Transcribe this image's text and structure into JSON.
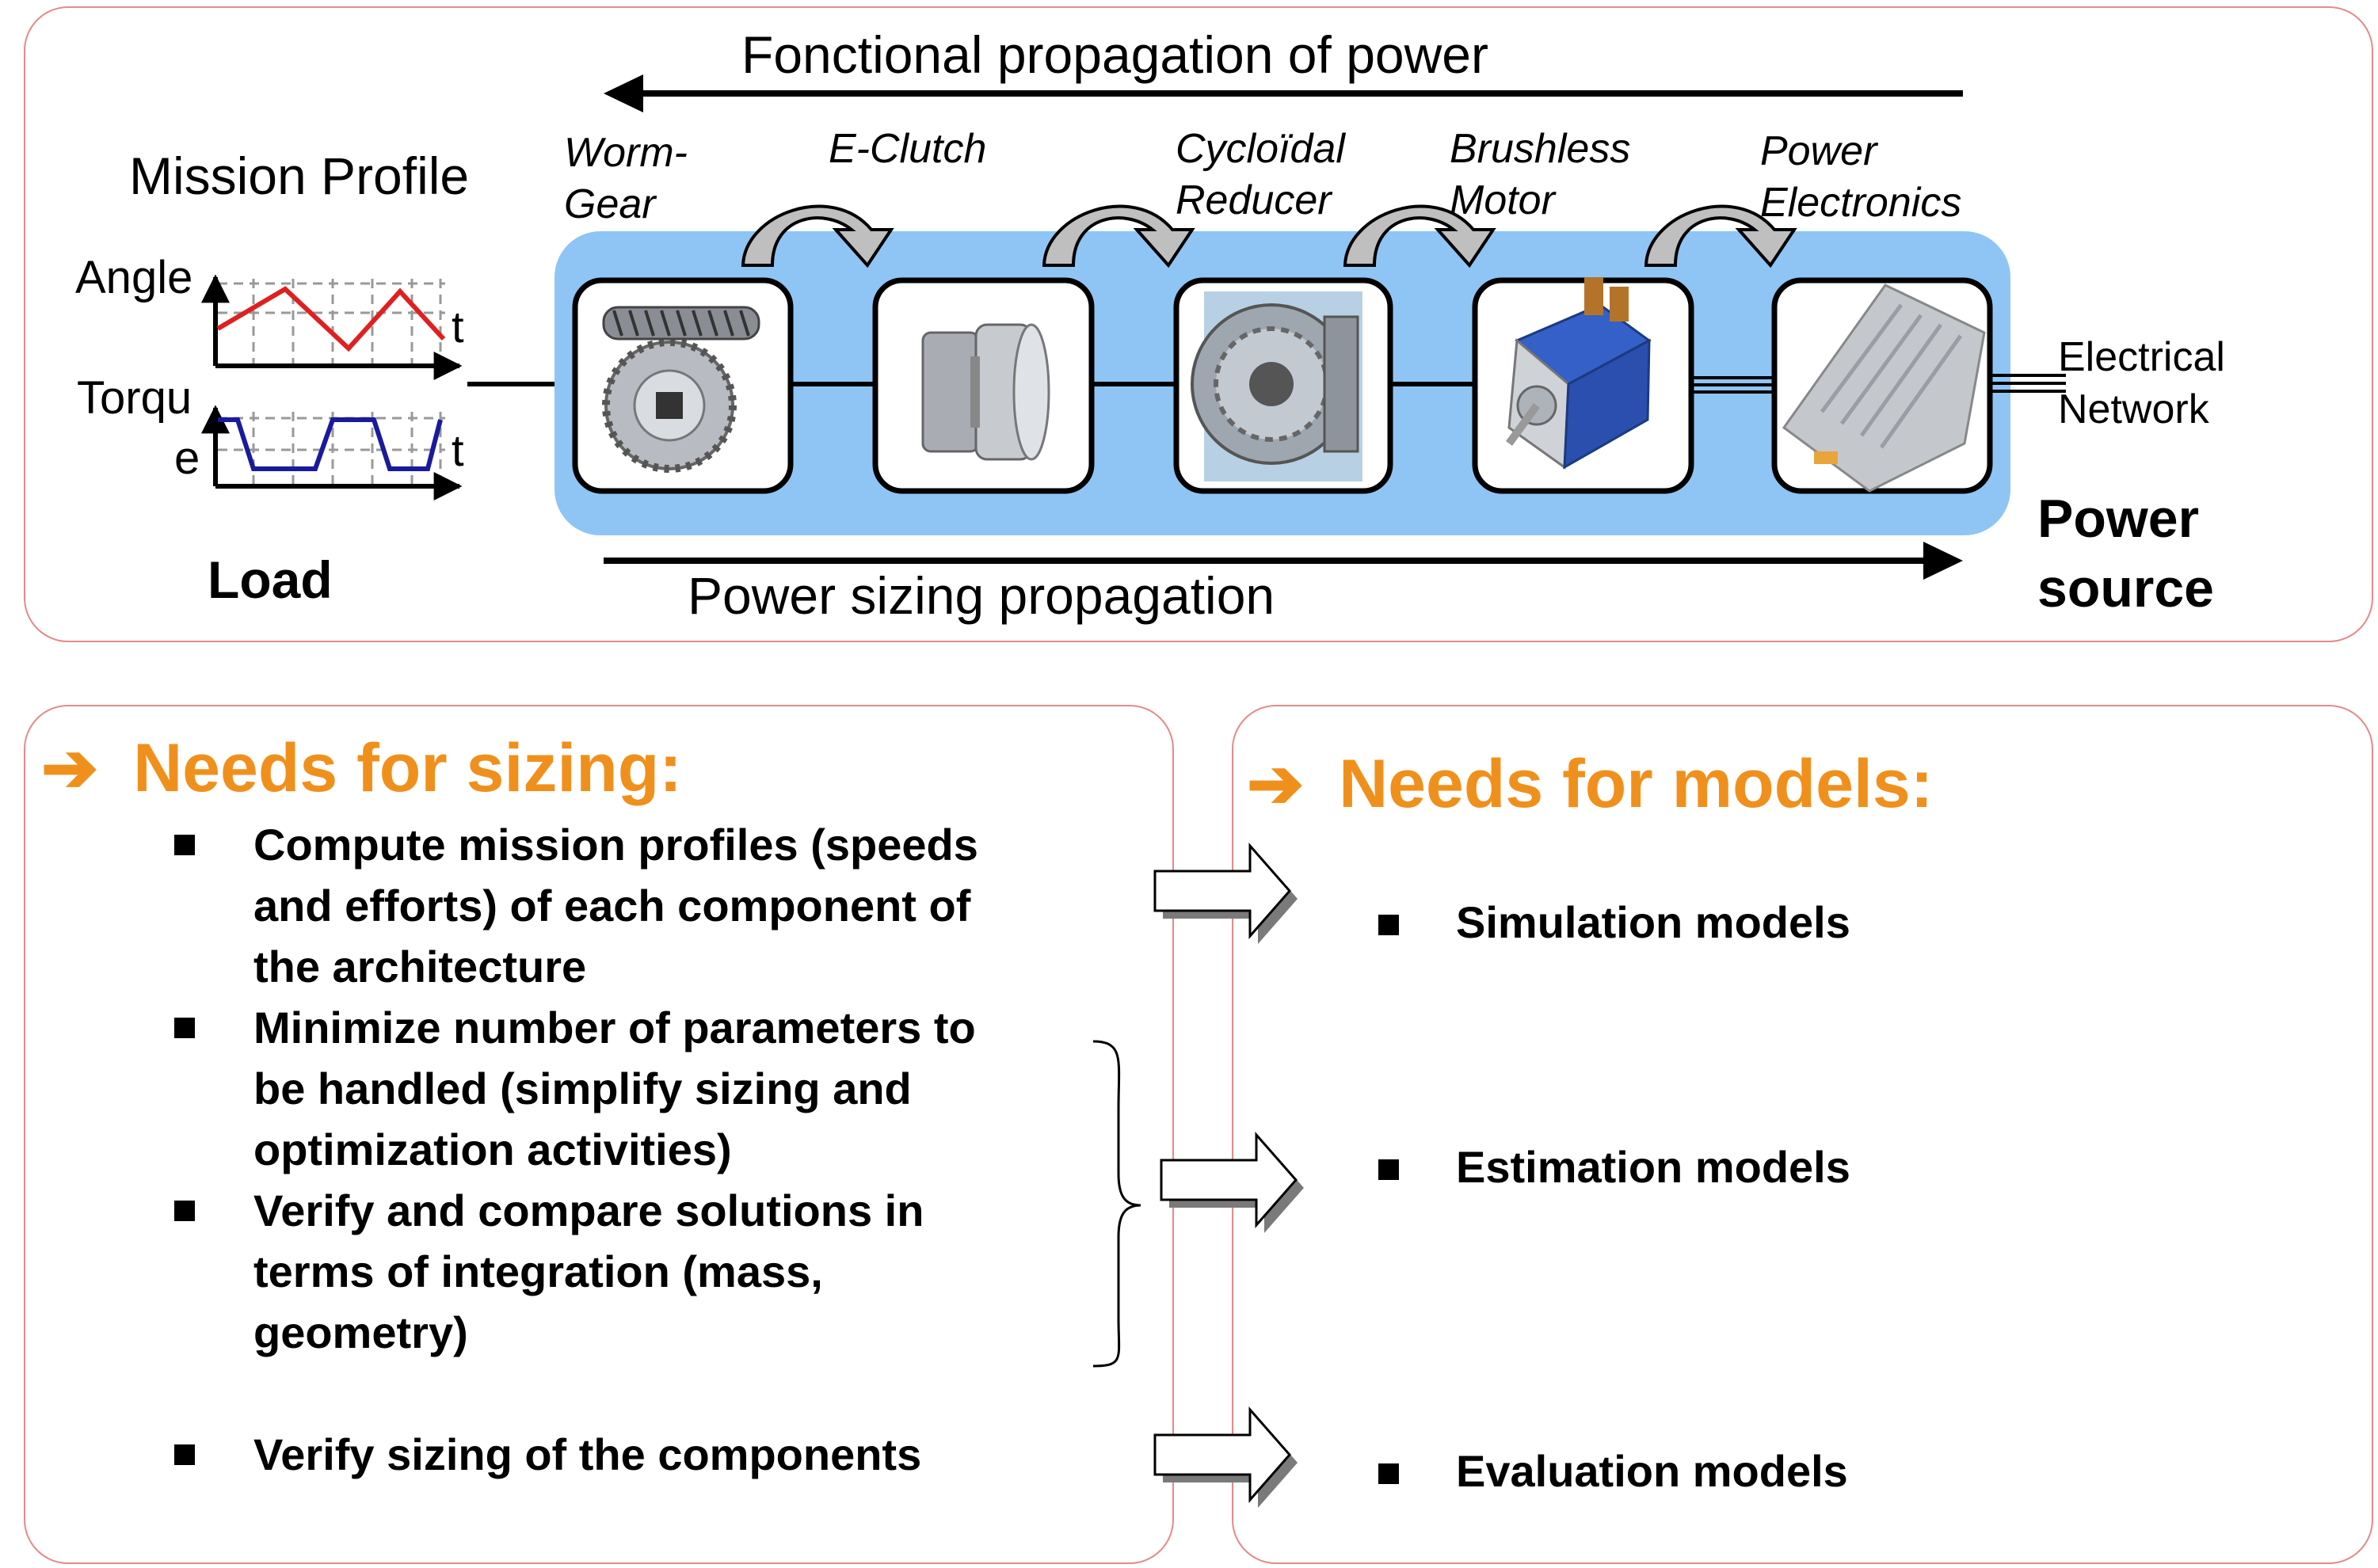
{
  "top": {
    "functional_label": "Fonctional propagation of power",
    "mission_profile_label": "Mission Profile",
    "angle_label": "Angle",
    "torque_label_1": "Torqu",
    "torque_label_2": "e",
    "t_label_1": "t",
    "t_label_2": "t",
    "load_label": "Load",
    "sizing_label": "Power sizing propagation",
    "power_source_1": "Power",
    "power_source_2": "source",
    "electrical_1": "Electrical",
    "electrical_2": "Network",
    "components": [
      {
        "line1": "Worm-",
        "line2": "Gear"
      },
      {
        "line1": "E-Clutch",
        "line2": ""
      },
      {
        "line1": "Cycloïdal",
        "line2": "Reducer"
      },
      {
        "line1": "Brushless",
        "line2": "Motor"
      },
      {
        "line1": "Power",
        "line2": "Electronics"
      }
    ]
  },
  "sizing": {
    "title": "Needs for sizing:",
    "arrow": "➔",
    "bullets": [
      [
        "Compute mission profiles (speeds",
        "and efforts) of each component of",
        "the architecture"
      ],
      [
        "Minimize number of parameters to",
        "be handled (simplify sizing and",
        "optimization activities)"
      ],
      [
        "Verify and compare solutions in",
        "terms of integration (mass,",
        "geometry)"
      ],
      [
        "Verify sizing of the components"
      ]
    ]
  },
  "models": {
    "title": "Needs for models:",
    "arrow": "➔",
    "items": [
      "Simulation models",
      "Estimation models",
      "Evaluation models"
    ]
  },
  "colors": {
    "accent_orange": "#f0901c",
    "panel_border": "#e58a8a",
    "chain_background": "#8ec5f5",
    "angle_curve": "#e02020",
    "torque_curve": "#1a1a9c"
  },
  "icons": [
    "arrow-left-icon",
    "arrow-right-icon",
    "curved-arrow-icon",
    "worm-gear-icon",
    "clutch-icon",
    "cycloidal-reducer-icon",
    "brushless-motor-icon",
    "power-electronics-icon",
    "block-arrow-icon",
    "brace-icon"
  ]
}
